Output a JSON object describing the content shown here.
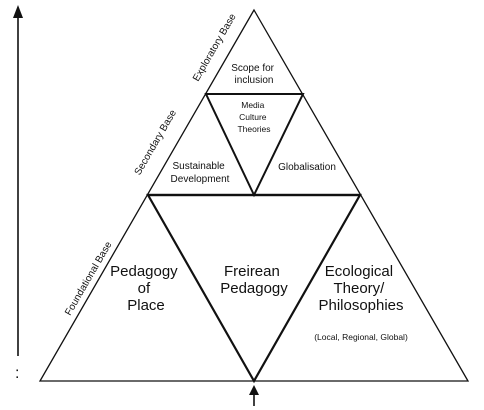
{
  "diagram": {
    "side_labels": {
      "exploratory": "Exploratory Base",
      "secondary": "Secondary Base",
      "foundational": "Foundational Base"
    },
    "regions": {
      "scope": [
        "Scope for",
        "inclusion"
      ],
      "media": [
        "Media",
        "Culture",
        "Theories"
      ],
      "sustainable": [
        "Sustainable",
        "Development"
      ],
      "globalisation": [
        "Globalisation"
      ],
      "pedagogy_place": [
        "Pedagogy",
        "of",
        "Place"
      ],
      "freirean": [
        "Freirean",
        "Pedagogy"
      ],
      "ecological": [
        "Ecological",
        "Theory/",
        "Philosophies"
      ],
      "ecological_sub": "(Local, Regional, Global)"
    },
    "dots": ":"
  }
}
